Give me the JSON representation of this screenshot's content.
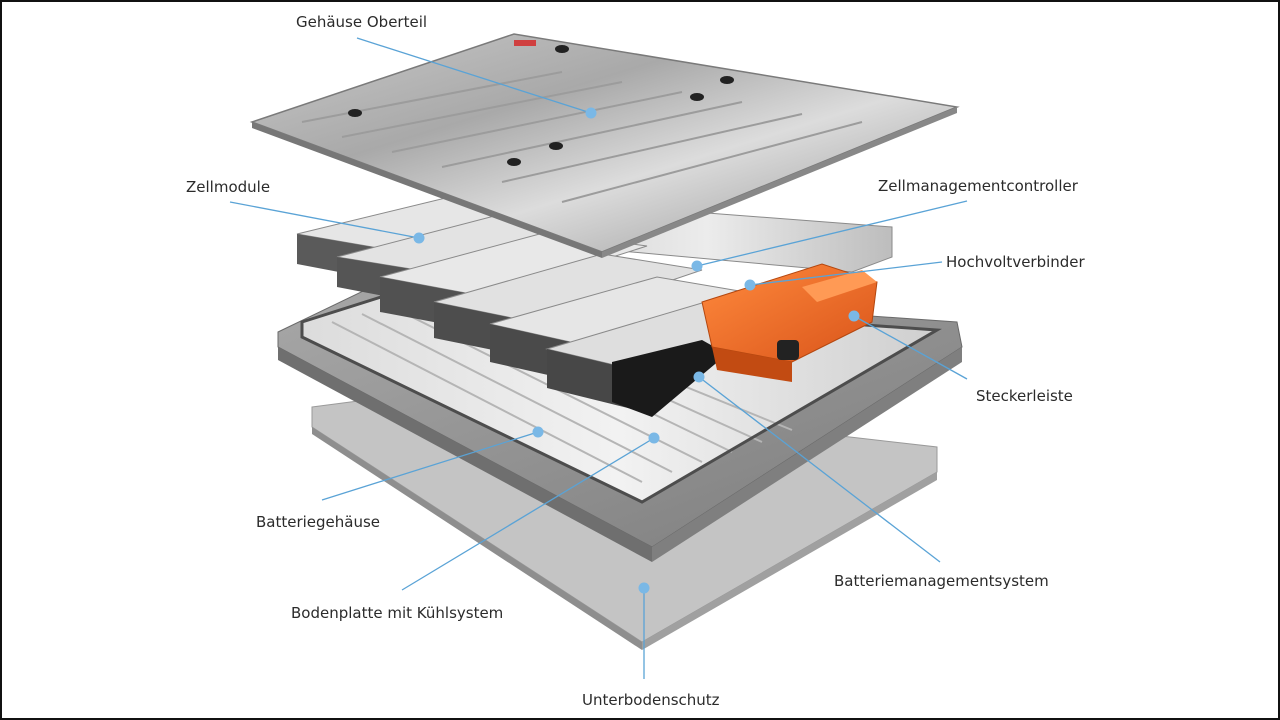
{
  "labels": {
    "gehaeuse_oberteil": "Gehäuse Oberteil",
    "zellmodule": "Zellmodule",
    "zellmanagementcontroller": "Zellmanagementcontroller",
    "hochvoltverbinder": "Hochvoltverbinder",
    "steckerleiste": "Steckerleiste",
    "batteriegehaeuse": "Batteriegehäuse",
    "bodenplatte": "Bodenplatte mit Kühlsystem",
    "batteriemanagementsystem": "Batteriemanagementsystem",
    "unterbodenschutz": "Unterbodenschutz"
  },
  "colors": {
    "leader_line": "#5aa3d6",
    "marker": "#7ab8e6",
    "metal_light": "#d6d6d6",
    "metal_dark": "#8c8c8c",
    "module_orange": "#f26a21",
    "tray_gray": "#9a9a9a"
  }
}
